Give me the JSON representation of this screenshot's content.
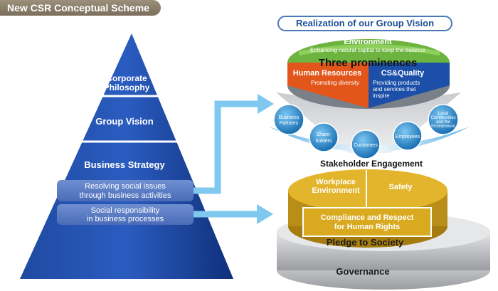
{
  "header": {
    "scheme_title": "New CSR Conceptual Scheme",
    "vision_title": "Realization of our Group Vision"
  },
  "pyramid": {
    "tier1_line1": "Corporate",
    "tier1_line2": "Philosophy",
    "tier2": "Group Vision",
    "tier3": "Business Strategy",
    "box1_line1": "Resolving social issues",
    "box1_line2": "through business activities",
    "box2_line1": "Social responsibility",
    "box2_line2": "in business processes"
  },
  "top_disc": {
    "environment_title": "Environment",
    "environment_sub": "Enhancing natural capital to keep the balance",
    "center_label": "Three prominences",
    "hr_title": "Human Resources",
    "hr_sub": "Promoting diversity",
    "cs_title": "CS&Quality",
    "cs_sub_line1": "Providing products",
    "cs_sub_line2": "and services that",
    "cs_sub_line3": "inspire"
  },
  "stakeholders": {
    "business_partners_line1": "Business",
    "business_partners_line2": "Partners",
    "shareholders_line1": "Share-",
    "shareholders_line2": "holders",
    "customers": "Customers",
    "employees": "Employees",
    "local_line1": "Local",
    "local_line2": "Communities",
    "local_line3": "and the",
    "local_line4": "Environment",
    "engagement": "Stakeholder Engagement"
  },
  "bottom_disc": {
    "workplace_line1": "Workplace",
    "workplace_line2": "Environment",
    "safety": "Safety",
    "compliance_line1": "Compliance and Respect",
    "compliance_line2": "for Human Rights",
    "pledge": "Pledge to Society",
    "governance": "Governance"
  },
  "colors": {
    "pyramid": "#1c3f8f",
    "arrow": "#7fc8ef",
    "environment": "#6cb33f",
    "human_resources": "#e2561b",
    "cs_quality": "#1b4fa8",
    "gold": "#e0b12a",
    "sphere": "#2f8fd0"
  }
}
